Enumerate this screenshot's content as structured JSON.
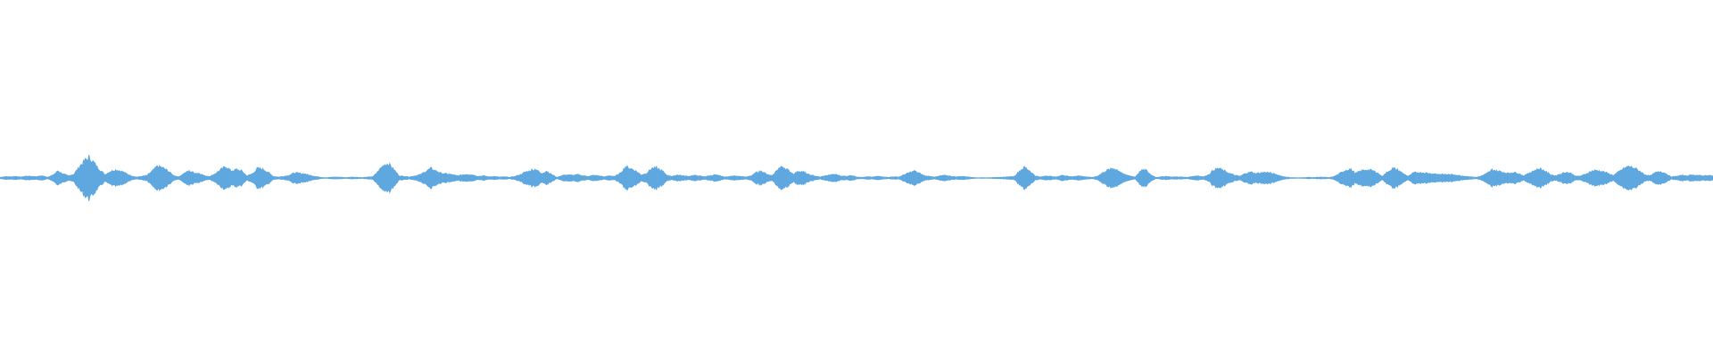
{
  "waveform": {
    "color": "#5fa8df",
    "background": "#ffffff",
    "envelope": [
      0.04,
      0.07,
      0.06,
      0.08,
      0.05,
      0.09,
      0.08,
      0.07,
      0.1,
      0.05,
      0.12,
      0.3,
      0.18,
      0.1,
      0.16,
      0.45,
      0.7,
      0.85,
      0.6,
      0.35,
      0.15,
      0.28,
      0.35,
      0.3,
      0.2,
      0.1,
      0.05,
      0.08,
      0.12,
      0.3,
      0.5,
      0.42,
      0.3,
      0.12,
      0.06,
      0.2,
      0.3,
      0.22,
      0.2,
      0.1,
      0.08,
      0.2,
      0.35,
      0.48,
      0.3,
      0.35,
      0.3,
      0.1,
      0.18,
      0.4,
      0.38,
      0.25,
      0.08,
      0.05,
      0.08,
      0.12,
      0.22,
      0.2,
      0.18,
      0.12,
      0.08,
      0.04,
      0.03,
      0.04,
      0.05,
      0.04,
      0.03,
      0.05,
      0.04,
      0.03,
      0.05,
      0.07,
      0.3,
      0.55,
      0.6,
      0.35,
      0.1,
      0.08,
      0.06,
      0.1,
      0.15,
      0.28,
      0.4,
      0.3,
      0.2,
      0.18,
      0.15,
      0.1,
      0.14,
      0.16,
      0.14,
      0.08,
      0.1,
      0.06,
      0.08,
      0.05,
      0.06,
      0.04,
      0.08,
      0.15,
      0.25,
      0.32,
      0.38,
      0.18,
      0.3,
      0.16,
      0.04,
      0.12,
      0.14,
      0.12,
      0.15,
      0.1,
      0.08,
      0.12,
      0.1,
      0.06,
      0.1,
      0.08,
      0.2,
      0.48,
      0.4,
      0.3,
      0.14,
      0.2,
      0.4,
      0.42,
      0.3,
      0.12,
      0.08,
      0.14,
      0.1,
      0.08,
      0.12,
      0.1,
      0.06,
      0.1,
      0.14,
      0.1,
      0.05,
      0.08,
      0.1,
      0.08,
      0.05,
      0.1,
      0.25,
      0.3,
      0.15,
      0.1,
      0.38,
      0.48,
      0.32,
      0.18,
      0.3,
      0.25,
      0.14,
      0.1,
      0.05,
      0.1,
      0.14,
      0.16,
      0.1,
      0.08,
      0.12,
      0.06,
      0.04,
      0.06,
      0.05,
      0.08,
      0.06,
      0.04,
      0.06,
      0.05,
      0.14,
      0.22,
      0.3,
      0.2,
      0.1,
      0.08,
      0.05,
      0.1,
      0.12,
      0.08,
      0.06,
      0.08,
      0.06,
      0.04,
      0.02,
      0.03,
      0.02,
      0.04,
      0.03,
      0.05,
      0.06,
      0.08,
      0.3,
      0.45,
      0.3,
      0.1,
      0.05,
      0.1,
      0.08,
      0.05,
      0.12,
      0.1,
      0.06,
      0.1,
      0.08,
      0.05,
      0.04,
      0.1,
      0.25,
      0.35,
      0.4,
      0.3,
      0.15,
      0.1,
      0.05,
      0.3,
      0.35,
      0.15,
      0.04,
      0.06,
      0.08,
      0.05,
      0.06,
      0.05,
      0.04,
      0.08,
      0.1,
      0.06,
      0.15,
      0.35,
      0.4,
      0.3,
      0.2,
      0.12,
      0.08,
      0.2,
      0.25,
      0.2,
      0.22,
      0.25,
      0.2,
      0.15,
      0.08,
      0.04,
      0.03,
      0.02,
      0.03,
      0.04,
      0.03,
      0.05,
      0.04,
      0.03,
      0.08,
      0.2,
      0.32,
      0.38,
      0.2,
      0.3,
      0.35,
      0.32,
      0.25,
      0.08,
      0.25,
      0.4,
      0.35,
      0.2,
      0.08,
      0.22,
      0.24,
      0.22,
      0.2,
      0.18,
      0.16,
      0.16,
      0.15,
      0.14,
      0.1,
      0.08,
      0.06,
      0.04,
      0.1,
      0.2,
      0.35,
      0.3,
      0.25,
      0.2,
      0.24,
      0.2,
      0.1,
      0.22,
      0.32,
      0.4,
      0.3,
      0.16,
      0.1,
      0.18,
      0.25,
      0.2,
      0.08,
      0.1,
      0.2,
      0.3,
      0.32,
      0.28,
      0.2,
      0.12,
      0.25,
      0.4,
      0.48,
      0.42,
      0.3,
      0.15,
      0.1,
      0.22,
      0.28,
      0.2,
      0.06,
      0.08,
      0.12,
      0.1,
      0.14,
      0.12,
      0.1,
      0.12,
      0.1
    ]
  }
}
